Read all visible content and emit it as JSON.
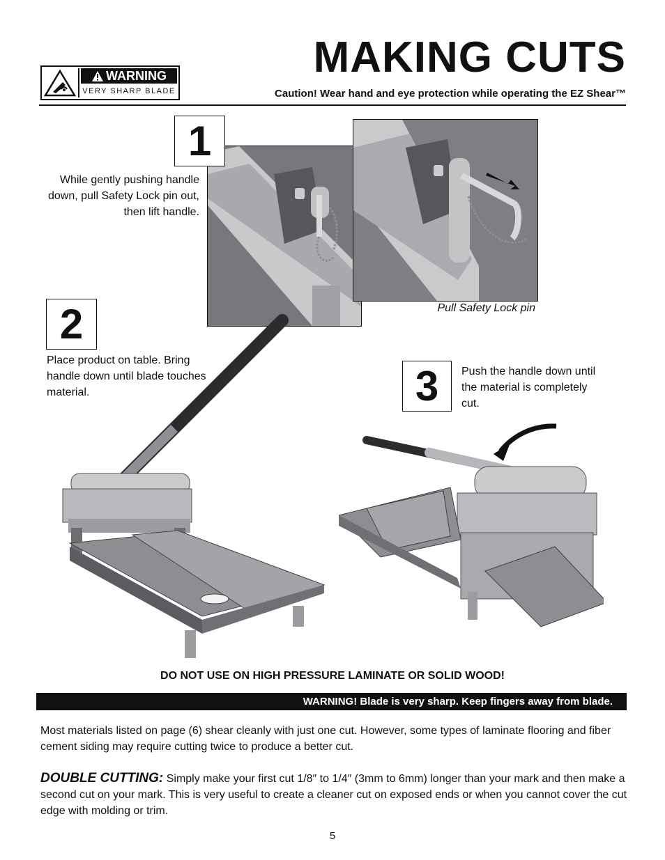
{
  "header": {
    "title": "MAKING CUTS",
    "caution": "Caution! Wear hand and eye protection while operating the EZ Shear™"
  },
  "warning_label": {
    "heading": "WARNING",
    "subtext": "VERY SHARP BLADE",
    "icon": "blade-hazard-icon"
  },
  "steps": [
    {
      "number": "1",
      "text": "While gently pushing handle down, pull Safety Lock pin out, then lift handle."
    },
    {
      "number": "2",
      "text": "Place product on table. Bring handle down until blade touches material."
    },
    {
      "number": "3",
      "text": "Push the handle down until the material is completely cut."
    }
  ],
  "captions": {
    "safety_pin": "Pull Safety Lock pin"
  },
  "notice": "DO NOT USE ON HIGH PRESSURE LAMINATE OR SOLID WOOD!",
  "warning_bar": "WARNING! Blade is very sharp. Keep fingers away from blade.",
  "body": {
    "paragraph1": "Most materials listed on page (6) shear cleanly with just one cut. However, some types of laminate flooring and fiber cement siding may require cutting twice to produce a better cut.",
    "double_cutting_heading": "DOUBLE CUTTING:",
    "double_cutting_text": " Simply make your first cut 1/8″ to 1/4″ (3mm to 6mm) longer than your mark and then make a second cut on your mark. This is very useful to create a cleaner cut on exposed ends or when you cannot cover the cut edge with molding or trim."
  },
  "page_number": "5",
  "colors": {
    "ink": "#111111",
    "metal_light": "#cfd1d3",
    "metal_mid": "#9a9c9f",
    "metal_dark": "#4e5054",
    "board": "#8c8e91"
  }
}
